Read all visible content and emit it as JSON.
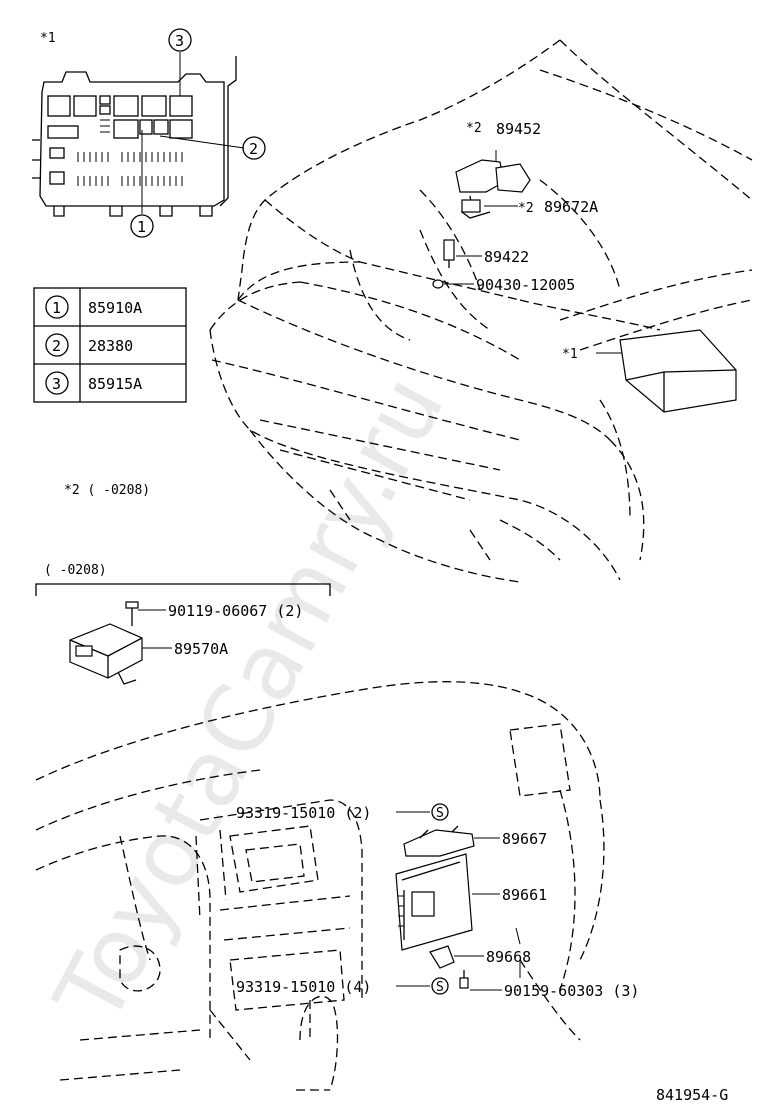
{
  "watermark": "ToyotaCamry.ru",
  "diagram_code": "841954-G",
  "notes": {
    "star1_top": "*1",
    "star1_engine": "*1",
    "star2_a": "*2",
    "star2_b": "*2",
    "star2_legend": "*2 (      -0208)",
    "bracket_label": "(      -0208)"
  },
  "legend": [
    {
      "num": "1",
      "part": "85910A"
    },
    {
      "num": "2",
      "part": "28380"
    },
    {
      "num": "3",
      "part": "85915A"
    }
  ],
  "callouts": {
    "c1": "1",
    "c2": "2",
    "c3": "3"
  },
  "parts": {
    "p89452": "89452",
    "p89672A": "89672A",
    "p89422": "89422",
    "p90430": "90430-12005",
    "p90119": "90119-06067 (2)",
    "p89570A": "89570A",
    "p93319a": "93319-15010 (2)",
    "p89667": "89667",
    "p89661": "89661",
    "p89668": "89668",
    "p93319b": "93319-15010 (4)",
    "p90159": "90159-60303 (3)"
  },
  "s_mark": "S"
}
